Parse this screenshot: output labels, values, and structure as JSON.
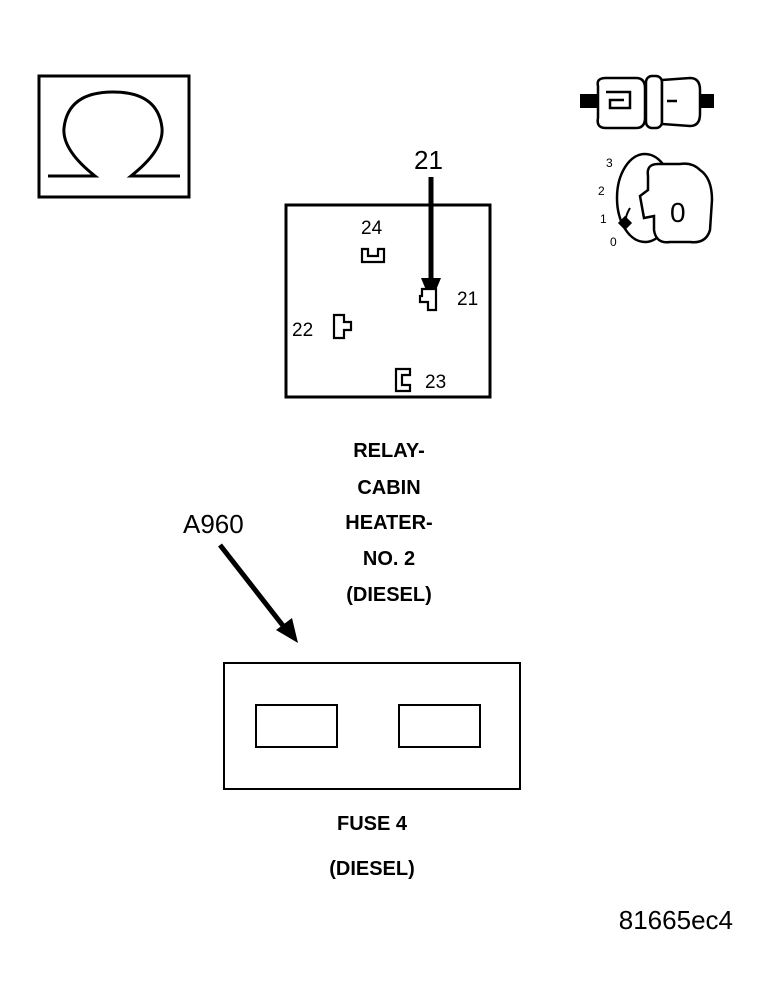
{
  "relay": {
    "callout": "21",
    "pins": [
      "24",
      "21",
      "22",
      "23"
    ],
    "title_lines": [
      "RELAY-",
      "CABIN",
      "HEATER-",
      "NO. 2",
      "(DIESEL)"
    ]
  },
  "fuse": {
    "callout": "A960",
    "title_lines": [
      "FUSE 4",
      "(DIESEL)"
    ]
  },
  "ignition": {
    "positions": [
      "3",
      "2",
      "1",
      "0"
    ],
    "key_label": "0"
  },
  "figure_id": "81665ec4",
  "icons": [
    "ohm-symbol-icon",
    "connector-icon",
    "ignition-key-icon"
  ]
}
